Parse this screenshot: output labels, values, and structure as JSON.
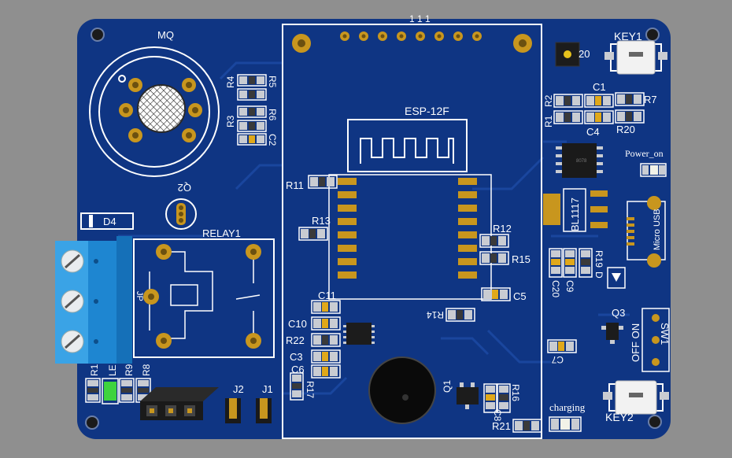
{
  "board": {
    "colors": {
      "background": "#8f8f8f",
      "pcb": "#0f3583",
      "trace": "#143d92",
      "silkscreen": "#ffffff",
      "pad_gold": "#c8961e",
      "pad_silver": "#c9ccd2",
      "terminal_blue": "#3aa3e6",
      "led_green": "#3ed33e"
    },
    "labels": {
      "mq": "MQ",
      "esp_top": "1 1 1",
      "esp": "ESP-12F",
      "relay": "RELAY1",
      "d4": "D4",
      "q2": "Q2",
      "r11": "R11",
      "r13": "R13",
      "r12": "R12",
      "r15": "R15",
      "c5": "C5",
      "r14": "R14",
      "c11": "C11",
      "c10": "C10",
      "r22": "R22",
      "c3": "C3",
      "c6": "C6",
      "r17": "R17",
      "q1": "Q1",
      "r16": "R16",
      "c8": "C8",
      "r21": "R21",
      "r4": "R4",
      "r5": "R5",
      "r3": "R3",
      "r6": "R6",
      "c2": "C2",
      "key1": "KEY1",
      "key2": "KEY2",
      "c1": "C1",
      "r1": "R1",
      "r2": "R2",
      "r7": "R7",
      "r20": "R20",
      "c4": "C4",
      "power_on": "Power_on",
      "bl1117": "BL1117",
      "micro_usb": "Micro USB",
      "r19": "R19",
      "d": "D",
      "c20": "C20",
      "c9": "C9",
      "q3": "Q3",
      "off_on": "OFF ON",
      "sw1": "SW1",
      "c7": "C7",
      "charging": "charging",
      "j1": "J1",
      "j2": "J2",
      "r8": "R8",
      "r9": "R9",
      "r1_left": "R1",
      "led": "LE",
      "jp": "JP",
      "sensor_20": "20"
    }
  }
}
